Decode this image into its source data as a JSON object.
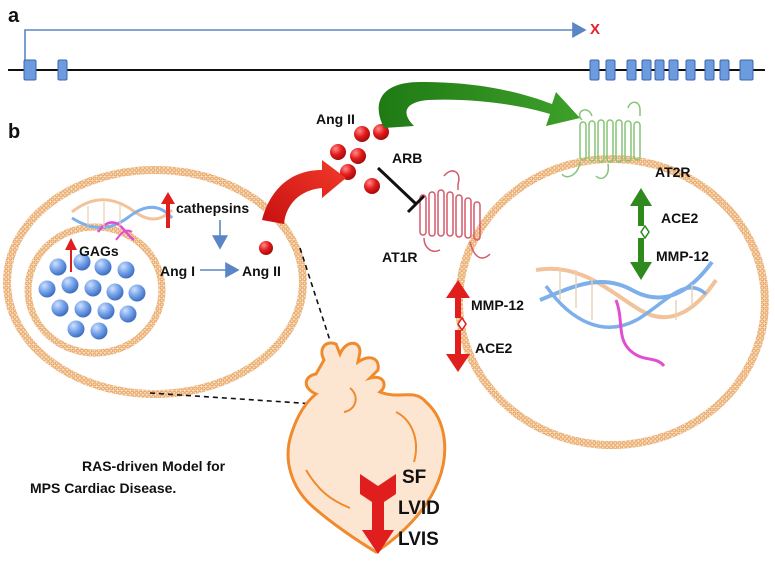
{
  "panels": {
    "a": "a",
    "b": "b"
  },
  "gene": {
    "stop_marker": "X"
  },
  "labels": {
    "ang2_top": "Ang II",
    "arb": "ARB",
    "at2r": "AT2R",
    "at1r": "AT1R",
    "cathepsins": "cathepsins",
    "gags": "GAGs",
    "ang1": "Ang I",
    "ang2_cell": "Ang II",
    "ace2_right": "ACE2",
    "mmp12_right": "MMP-12",
    "mmp12_mid": "MMP-12",
    "ace2_mid": "ACE2"
  },
  "caption": {
    "line1": "RAS-driven Model for",
    "line2": "MPS Cardiac Disease."
  },
  "heart_readouts": {
    "sf": "SF",
    "lvid": "LVID",
    "lvis": "LVIS"
  },
  "colors": {
    "exon": "#6d9be0",
    "membrane": "#e9a867",
    "up_red": "#e01e1e",
    "green_arrow": "#2f8a1e",
    "at1r": "#d45a6a",
    "at2r": "#86c476",
    "heart": "#f08a2c",
    "vesicle": "#6aa0e8"
  }
}
